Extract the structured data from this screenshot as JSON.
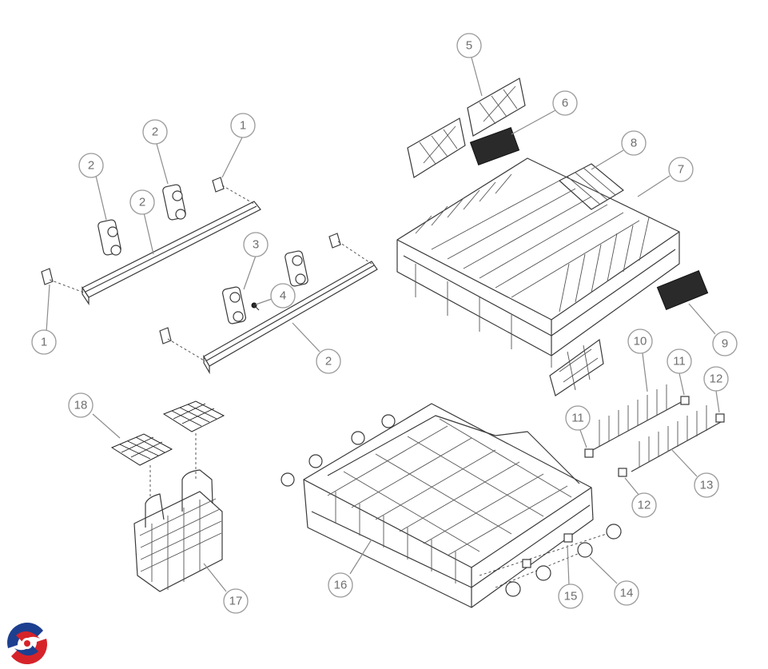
{
  "callouts": [
    {
      "id": "c1a",
      "label": "1"
    },
    {
      "id": "c1b",
      "label": "1"
    },
    {
      "id": "c2a",
      "label": "2"
    },
    {
      "id": "c2b",
      "label": "2"
    },
    {
      "id": "c2c",
      "label": "2"
    },
    {
      "id": "c2d",
      "label": "2"
    },
    {
      "id": "c3",
      "label": "3"
    },
    {
      "id": "c4",
      "label": "4"
    },
    {
      "id": "c5",
      "label": "5"
    },
    {
      "id": "c6",
      "label": "6"
    },
    {
      "id": "c7",
      "label": "7"
    },
    {
      "id": "c8",
      "label": "8"
    },
    {
      "id": "c9",
      "label": "9"
    },
    {
      "id": "c10",
      "label": "10"
    },
    {
      "id": "c11a",
      "label": "11"
    },
    {
      "id": "c11b",
      "label": "11"
    },
    {
      "id": "c12a",
      "label": "12"
    },
    {
      "id": "c12b",
      "label": "12"
    },
    {
      "id": "c13",
      "label": "13"
    },
    {
      "id": "c14",
      "label": "14"
    },
    {
      "id": "c15",
      "label": "15"
    },
    {
      "id": "c16",
      "label": "16"
    },
    {
      "id": "c17",
      "label": "17"
    },
    {
      "id": "c18",
      "label": "18"
    }
  ],
  "colors": {
    "logo_red": "#d6232a",
    "logo_blue": "#1d3f8f",
    "callout_stroke": "#9a9a9a",
    "line_art": "#3a3a3a"
  },
  "logo_icon": "brand-swirl-icon"
}
